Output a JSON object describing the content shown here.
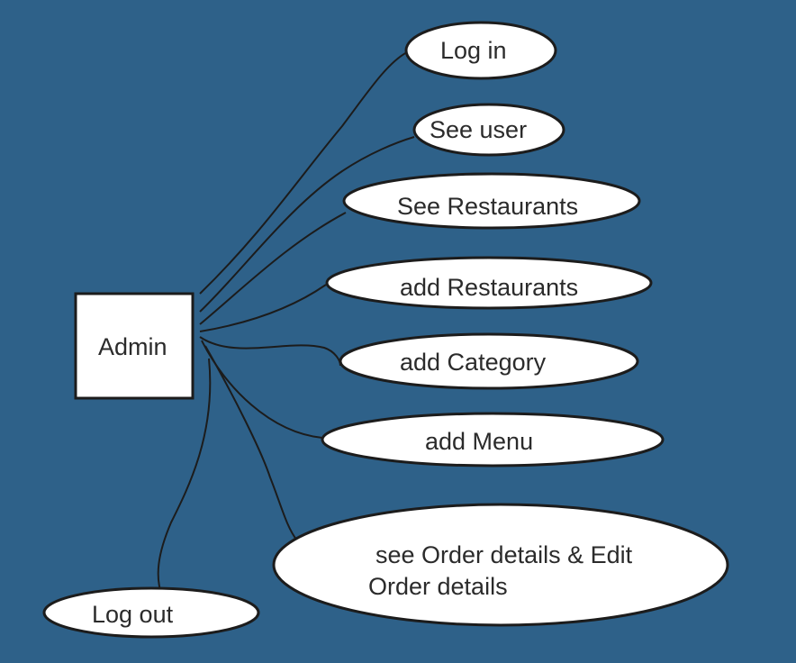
{
  "diagram": {
    "background_color": "#2e6189",
    "line_color": "#1c1c1c",
    "actor": {
      "label": "Admin"
    },
    "use_cases": {
      "log_in": "Log in",
      "see_user": "See user",
      "see_restaurants": "See Restaurants",
      "add_restaurants": "add Restaurants",
      "add_category": "add Category",
      "add_menu": "add Menu",
      "order_details_line1": "see Order details & Edit",
      "order_details_line2": "Order details",
      "log_out": "Log out"
    }
  }
}
